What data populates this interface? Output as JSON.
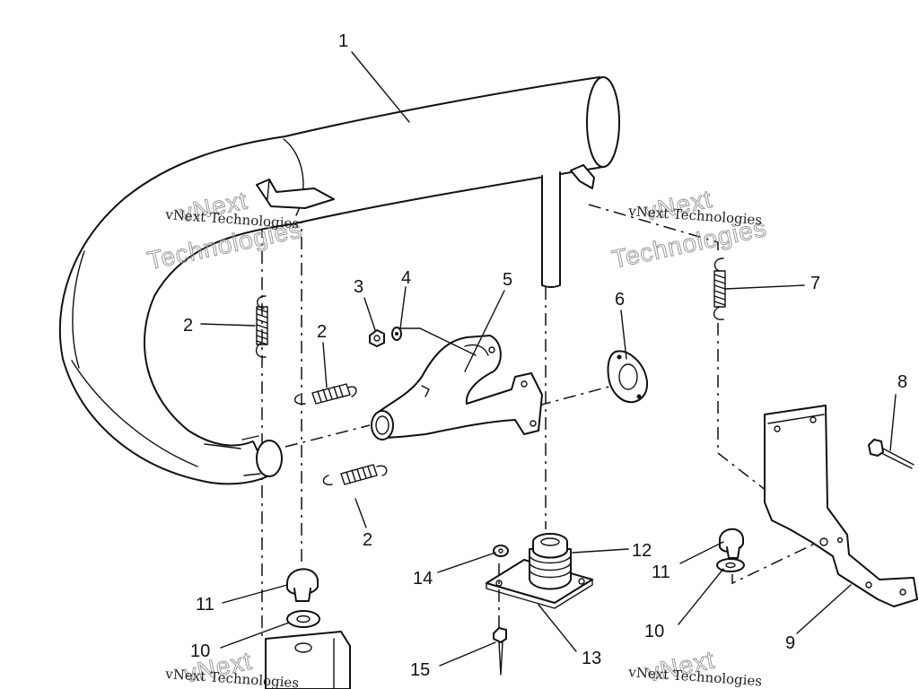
{
  "diagram": {
    "callouts": {
      "c1": "1",
      "c2a": "2",
      "c2b": "2",
      "c2c": "2",
      "c3": "3",
      "c4": "4",
      "c5": "5",
      "c6": "6",
      "c7": "7",
      "c8": "8",
      "c9": "9",
      "c10a": "10",
      "c10b": "10",
      "c11a": "11",
      "c11b": "11",
      "c12": "12",
      "c13": "13",
      "c14": "14",
      "c15": "15"
    },
    "watermark": {
      "line1": "vNext",
      "line2": "Technologies",
      "small": "vNext Technologies"
    }
  }
}
